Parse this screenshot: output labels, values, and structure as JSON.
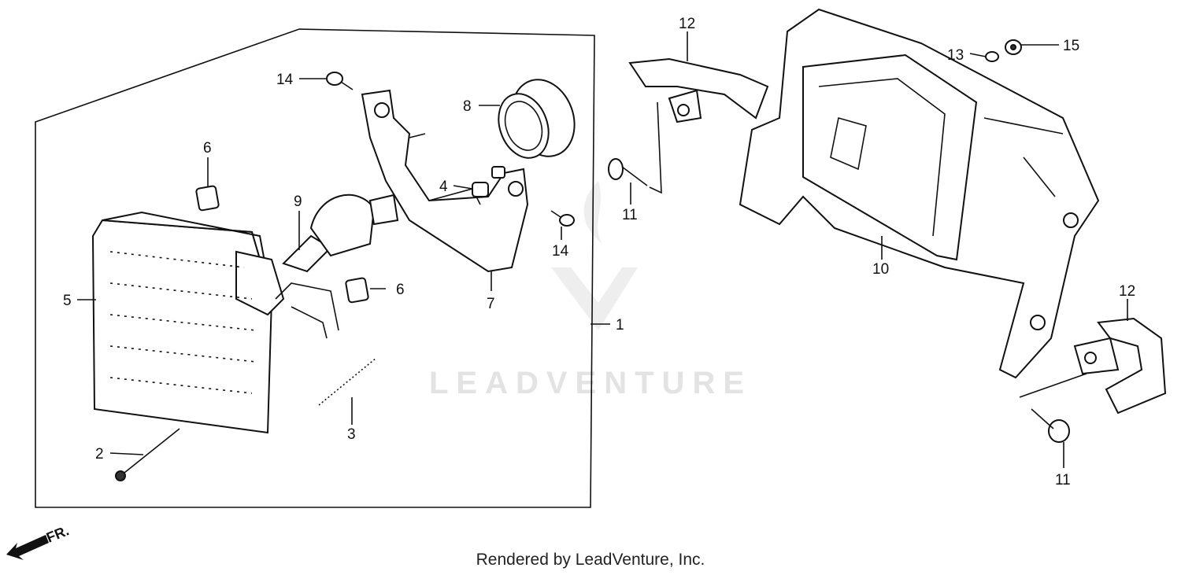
{
  "diagram": {
    "callouts": {
      "c1": "1",
      "c2": "2",
      "c3": "3",
      "c4": "4",
      "c5": "5",
      "c6a": "6",
      "c6b": "6",
      "c7": "7",
      "c8": "8",
      "c9": "9",
      "c10": "10",
      "c11a": "11",
      "c11b": "11",
      "c12a": "12",
      "c12b": "12",
      "c13": "13",
      "c14a": "14",
      "c14b": "14",
      "c15": "15"
    },
    "direction_label": "FR.",
    "watermark": "LEADVENTURE"
  },
  "footer": {
    "credit": "Rendered by LeadVenture, Inc."
  }
}
